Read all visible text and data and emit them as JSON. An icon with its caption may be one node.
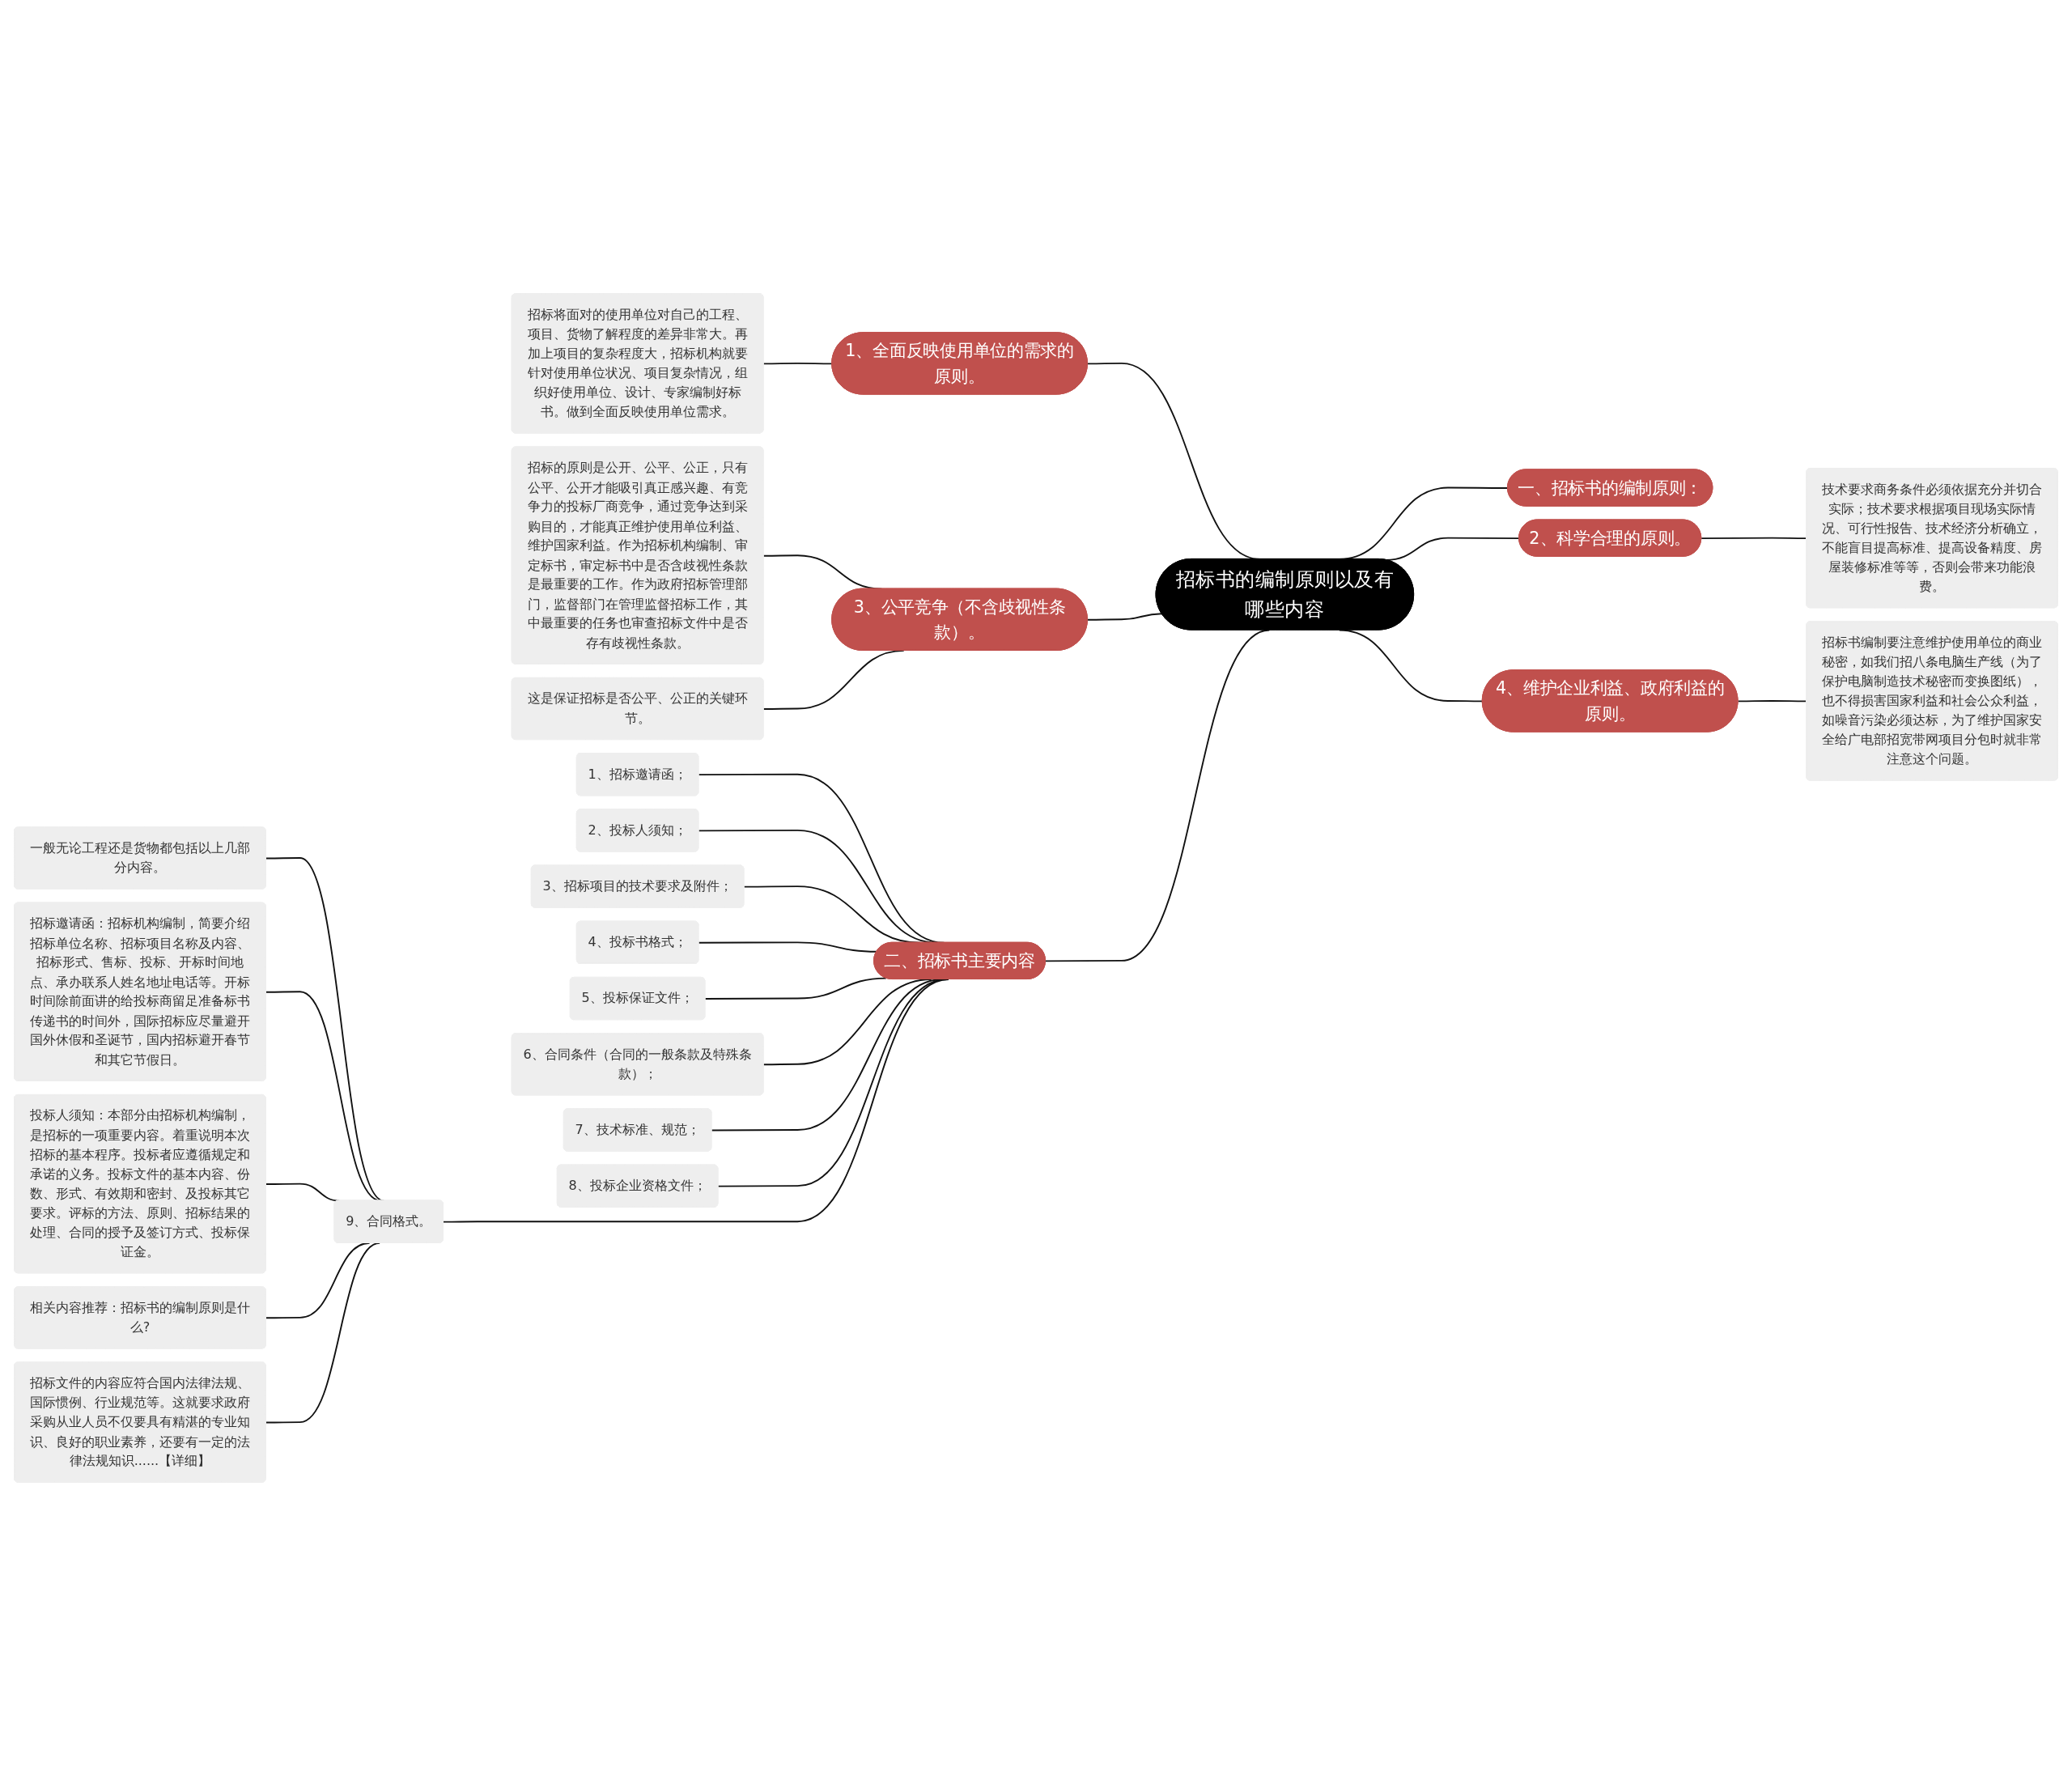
{
  "diagram": {
    "nodes": [
      {
        "text": [
          "招标书的编制原则以及有哪些内容"
        ]
      },
      {
        "text": [
          "1、全面反映使用单位的需求的原则。"
        ]
      },
      {
        "text": [
          "招标将面对的使用单位对自己的工程、项目、货物了解程度的差异非常大。再加上项目的复杂程度大，招标机构就要针对使用单位状况、项目复杂情况，组织好使用单位、设计、专家编制好标书。做到全面反映使用单位需求。"
        ]
      },
      {
        "text": [
          "3、公平竞争（不含歧视性条款）。"
        ]
      },
      {
        "text": [
          "招标的原则是公开、公平、公正，只有公平、公开才能吸引真正感兴趣、有竞争力的投标厂商竞争，通过竞争达到采购目的，才能真正维护使用单位利益、维护国家利益。作为招标机构编制、审定标书，审定标书中是否含歧视性条款是最重要的工作。作为政府招标管理部门，监督部门在管理监督招标工作，其中最重要的任务也审查招标文件中是否存有歧视性条款。"
        ]
      },
      {
        "text": [
          "这是保证招标是否公平、公正的关键环节。"
        ]
      },
      {
        "text": [
          "二、招标书主要内容"
        ]
      },
      {
        "text": [
          "1、招标邀请函；"
        ]
      },
      {
        "text": [
          "2、投标人须知；"
        ]
      },
      {
        "text": [
          "3、招标项目的技术要求及附件；"
        ]
      },
      {
        "text": [
          "4、投标书格式；"
        ]
      },
      {
        "text": [
          "5、投标保证文件；"
        ]
      },
      {
        "text": [
          "6、合同条件（合同的一般条款及特殊条款）；"
        ]
      },
      {
        "text": [
          "7、技术标准、规范；"
        ]
      },
      {
        "text": [
          "8、投标企业资格文件；"
        ]
      },
      {
        "text": [
          "9、合同格式。"
        ]
      },
      {
        "text": [
          "一般无论工程还是货物都包括以上几部分内容。"
        ]
      },
      {
        "text": [
          "招标邀请函：招标机构编制，简要介绍招标单位名称、招标项目名称及内容、招标形式、售标、投标、开标时间地点、承办联系人姓名地址电话等。开标时间除前面讲的给投标商留足准备标书传递书的时间外，国际招标应尽量避开国外休假和圣诞节，国内招标避开春节和其它节假日。"
        ]
      },
      {
        "text": [
          "投标人须知：本部分由招标机构编制，是招标的一项重要内容。着重说明本次招标的基本程序。投标者应遵循规定和承诺的义务。投标文件的基本内容、份数、形式、有效期和密封、及投标其它要求。评标的方法、原则、招标结果的处理、合同的授予及签订方式、投标保证金。"
        ]
      },
      {
        "text": [
          "相关内容推荐：招标书的编制原则是什么?"
        ]
      },
      {
        "text": [
          "招标文件的内容应符合国内法律法规、国际惯例、行业规范等。这就要求政府采购从业人员不仅要具有精湛的专业知识、良好的职业素养，还要有一定的法律法规知识......【详细】"
        ]
      },
      {
        "text": [
          "一、招标书的编制原则："
        ]
      },
      {
        "text": [
          "2、科学合理的原则。"
        ]
      },
      {
        "text": [
          "技术要求商务条件必须依据充分并切合实际；技术要求根据项目现场实际情况、可行性报告、技术经济分析确立，不能盲目提高标准、提高设备精度、房屋装修标准等等，否则会带来功能浪费。"
        ]
      },
      {
        "text": [
          "4、维护企业利益、政府利益的原则。"
        ]
      },
      {
        "text": [
          "招标书编制要注意维护使用单位的商业秘密，如我们招八条电脑生产线（为了保护电脑制造技术秘密而变换图纸），也不得损害国家利益和社会公众利益，如噪音污染必须达标，为了维护国家安全给广电部招宽带网项目分包时就非常注意这个问题。"
        ]
      }
    ],
    "edges": [
      {
        "from": 0,
        "to": 1,
        "arrow": "none"
      },
      {
        "from": 1,
        "to": 2,
        "arrow": "none"
      },
      {
        "from": 0,
        "to": 3,
        "arrow": "none"
      },
      {
        "from": 3,
        "to": 4,
        "arrow": "none"
      },
      {
        "from": 3,
        "to": 5,
        "arrow": "none"
      },
      {
        "from": 0,
        "to": 6,
        "arrow": "none"
      },
      {
        "from": 6,
        "to": 7,
        "arrow": "none"
      },
      {
        "from": 6,
        "to": 8,
        "arrow": "none"
      },
      {
        "from": 6,
        "to": 9,
        "arrow": "none"
      },
      {
        "from": 6,
        "to": 10,
        "arrow": "none"
      },
      {
        "from": 6,
        "to": 11,
        "arrow": "none"
      },
      {
        "from": 6,
        "to": 12,
        "arrow": "none"
      },
      {
        "from": 6,
        "to": 13,
        "arrow": "none"
      },
      {
        "from": 6,
        "to": 14,
        "arrow": "none"
      },
      {
        "from": 6,
        "to": 15,
        "arrow": "none"
      },
      {
        "from": 15,
        "to": 16,
        "arrow": "none"
      },
      {
        "from": 15,
        "to": 17,
        "arrow": "none"
      },
      {
        "from": 15,
        "to": 18,
        "arrow": "none"
      },
      {
        "from": 15,
        "to": 19,
        "arrow": "none"
      },
      {
        "from": 15,
        "to": 20,
        "arrow": "none"
      },
      {
        "from": 0,
        "to": 21,
        "arrow": "none"
      },
      {
        "from": 0,
        "to": 22,
        "arrow": "none"
      },
      {
        "from": 22,
        "to": 23,
        "arrow": "none"
      },
      {
        "from": 0,
        "to": 24,
        "arrow": "none"
      },
      {
        "from": 24,
        "to": 25,
        "arrow": "none"
      }
    ]
  }
}
